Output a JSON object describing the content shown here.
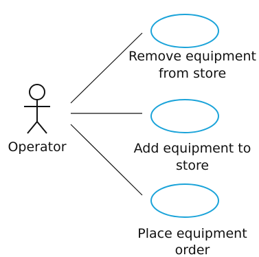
{
  "actor": {
    "name": "Operator"
  },
  "use_cases": [
    {
      "line1": "Remove equipment",
      "line2": "from store"
    },
    {
      "line1": "Add equipment to",
      "line2": "store"
    },
    {
      "line1": "Place equipment",
      "line2": "order"
    }
  ],
  "colors": {
    "ellipse_stroke": "#1aa3d9",
    "line": "#111111",
    "text": "#111111"
  }
}
